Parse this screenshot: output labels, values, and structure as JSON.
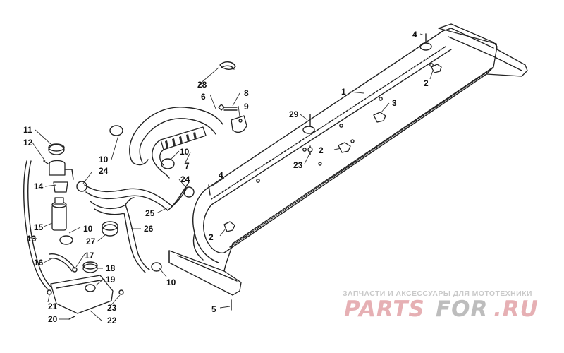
{
  "diagram": {
    "callouts": [
      {
        "label": "1"
      },
      {
        "label": "2"
      },
      {
        "label": "2"
      },
      {
        "label": "2"
      },
      {
        "label": "3"
      },
      {
        "label": "4"
      },
      {
        "label": "4"
      },
      {
        "label": "5"
      },
      {
        "label": "6"
      },
      {
        "label": "7"
      },
      {
        "label": "8"
      },
      {
        "label": "9"
      },
      {
        "label": "10"
      },
      {
        "label": "10"
      },
      {
        "label": "10"
      },
      {
        "label": "10"
      },
      {
        "label": "11"
      },
      {
        "label": "12"
      },
      {
        "label": "13"
      },
      {
        "label": "14"
      },
      {
        "label": "15"
      },
      {
        "label": "16"
      },
      {
        "label": "17"
      },
      {
        "label": "18"
      },
      {
        "label": "19"
      },
      {
        "label": "20"
      },
      {
        "label": "21"
      },
      {
        "label": "22"
      },
      {
        "label": "23"
      },
      {
        "label": "23"
      },
      {
        "label": "24"
      },
      {
        "label": "24"
      },
      {
        "label": "25"
      },
      {
        "label": "26"
      },
      {
        "label": "27"
      },
      {
        "label": "28"
      },
      {
        "label": "29"
      }
    ]
  },
  "watermark": {
    "subtitle": "ЗАПЧАСТИ И АКСЕССУАРЫ ДЛЯ МОТОТЕХНИКИ",
    "logo_text_a": "PARTS",
    "logo_text_b": "FOR",
    "logo_text_c": ".RU"
  },
  "colors": {
    "line": "#222222",
    "watermark_red": "#e6b0b4",
    "watermark_gray": "#c9c9c9"
  }
}
